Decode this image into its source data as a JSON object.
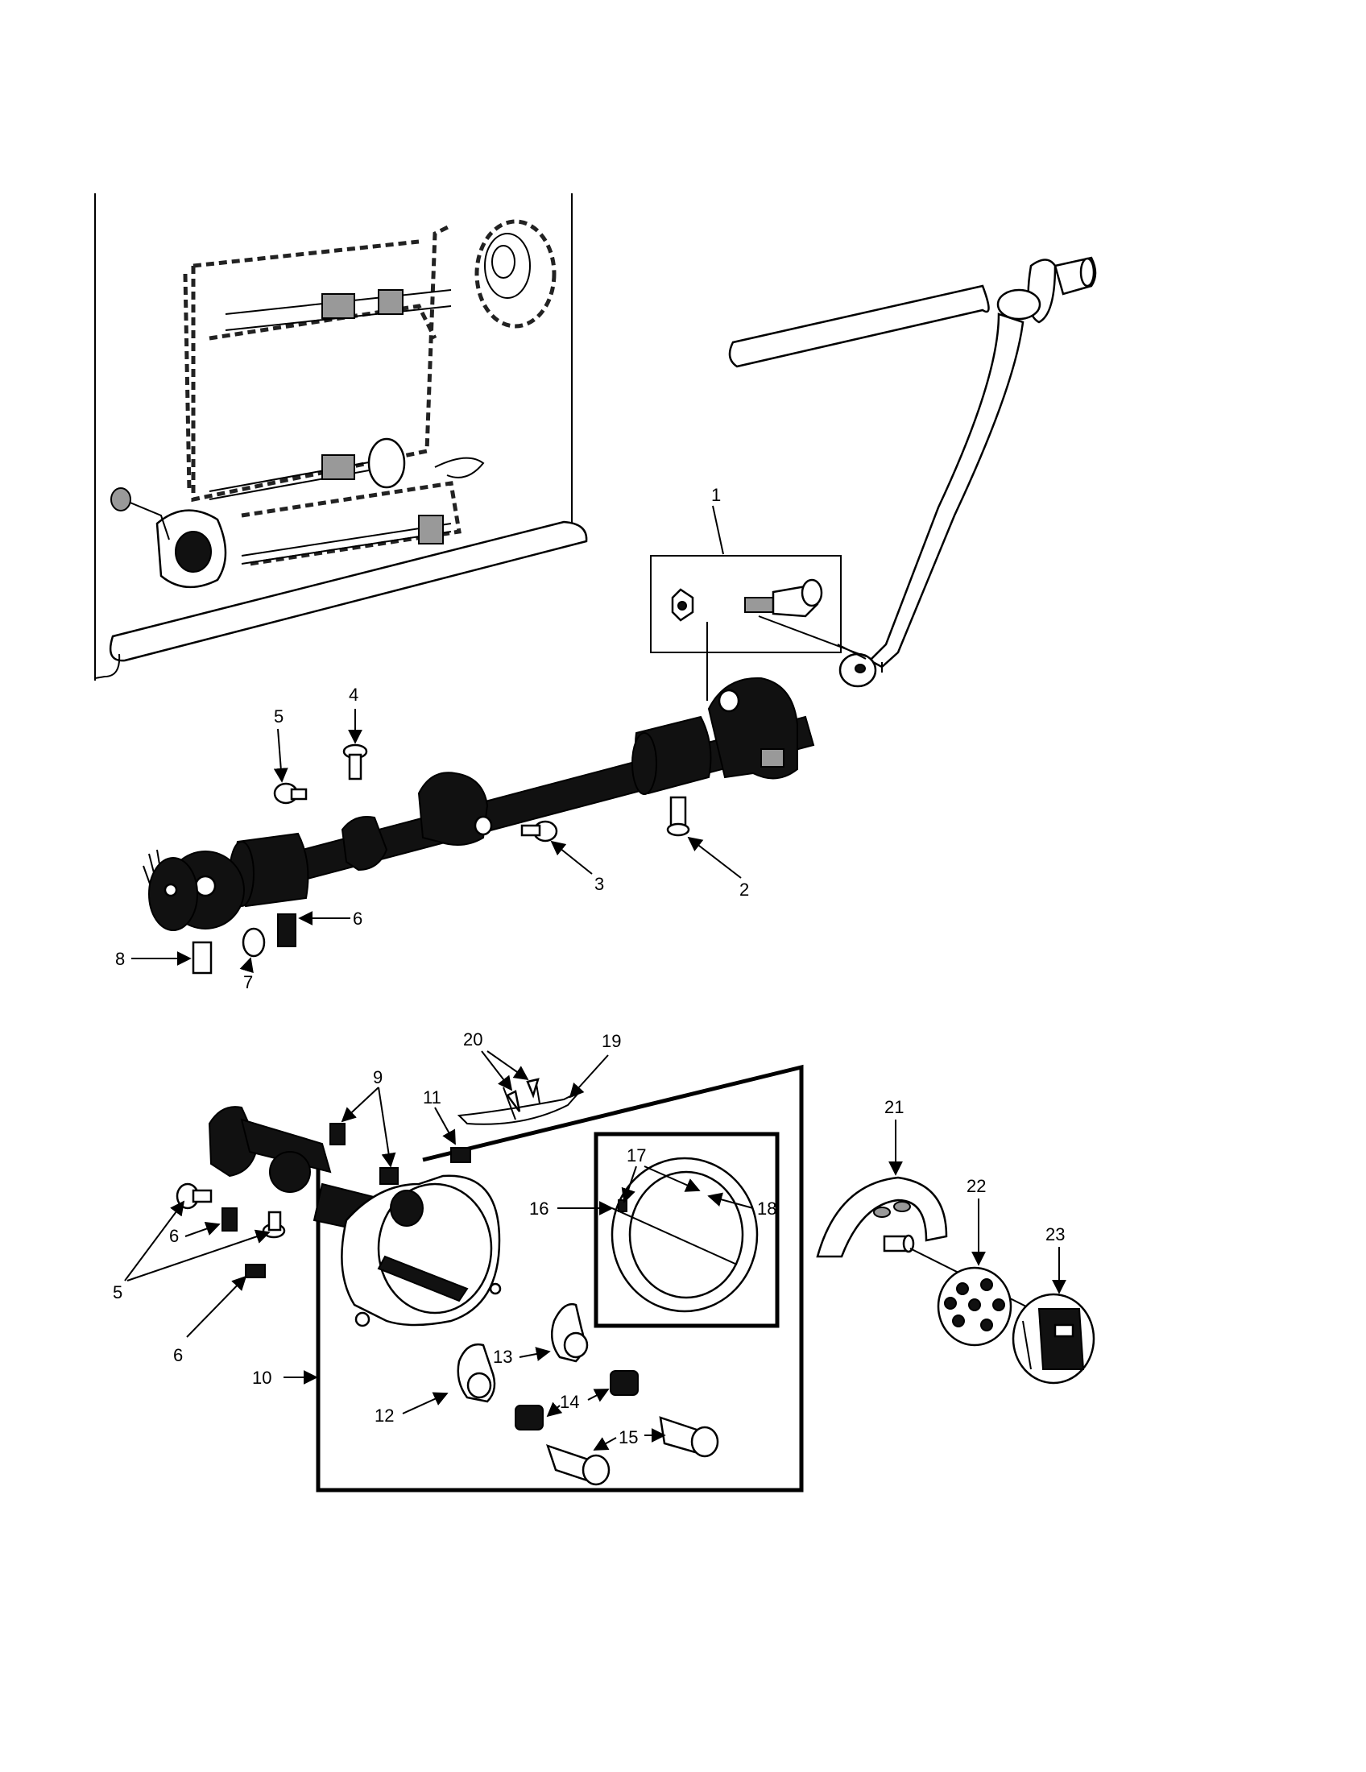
{
  "labels": {
    "p1": "1",
    "p2": "2",
    "p3": "3",
    "p4": "4",
    "p5a": "5",
    "p5b": "5",
    "p6a": "6",
    "p6b": "6",
    "p6c": "6",
    "p7": "7",
    "p8": "8",
    "p9": "9",
    "p10": "10",
    "p11": "11",
    "p12": "12",
    "p13": "13",
    "p14": "14",
    "p15": "15",
    "p16": "16",
    "p17": "17",
    "p18": "18",
    "p19": "19",
    "p20": "20",
    "p21": "21",
    "p22": "22",
    "p23": "23"
  }
}
